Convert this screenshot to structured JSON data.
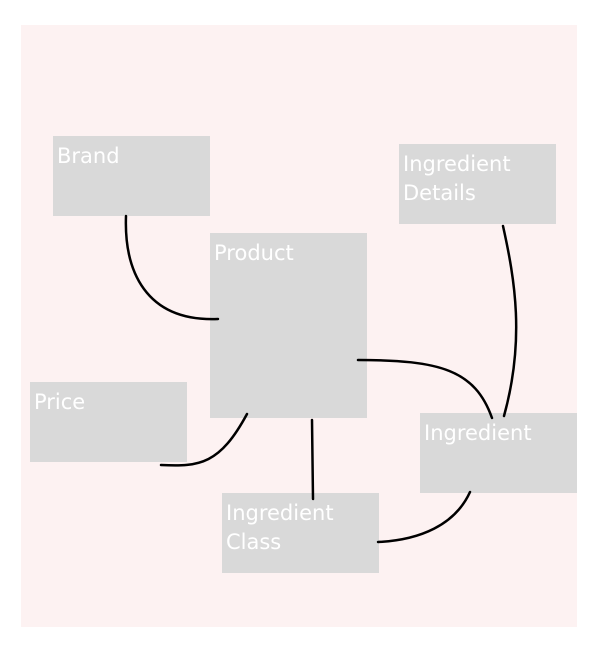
{
  "colors": {
    "canvas_background": "#fdf2f2",
    "box_fill": "#d9d9d9",
    "label_text": "#ffffff",
    "connector": "#000000"
  },
  "entities": {
    "brand": "Brand",
    "ingredient_details": "Ingredient\nDetails",
    "product": "Product",
    "price": "Price",
    "ingredient": "Ingredient",
    "ingredient_class": "Ingredient\nClass"
  }
}
